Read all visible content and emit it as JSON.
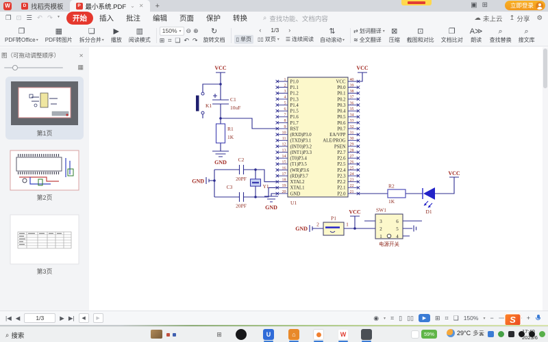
{
  "icons": {
    "home": "W",
    "open": "❒",
    "save": "⊡",
    "print": "☰",
    "undo": "↶",
    "redo": "↷",
    "caret": "▾",
    "search": "⌕",
    "cloud": "☁",
    "share": "↥",
    "gear": "⚙",
    "close": "✕",
    "plus": "+",
    "tab_more": "⌄",
    "layout": "▣",
    "grid": "⊞",
    "pdf_office": "❐",
    "pdf_image": "▦",
    "split": "❏",
    "play": "▶",
    "read": "▥",
    "zoom_out": "⊖",
    "zoom_in": "⊕",
    "fit_width": "⊞",
    "fit_height": "⌗",
    "select": "❑",
    "rot_l": "↶",
    "rot_r": "↷",
    "rotate": "↻",
    "single": "▯",
    "double": "▯▯",
    "cont": "☰",
    "scroll": "⇅",
    "trans_word": "⇄",
    "trans_full": "≋",
    "compress": "⊠",
    "shot": "⊡",
    "compare": "❐",
    "aloud": "A≫",
    "find": "⌕",
    "lib": "⌕",
    "eye": "◉",
    "prev": "‹",
    "next": "›",
    "first": "|◀",
    "last": "▶|",
    "back": "◀",
    "fwd": "▶",
    "minus": "−",
    "chev_up": "∧",
    "taskview": "⊞",
    "house": "⌂",
    "img": "▦"
  },
  "tabbar": {
    "tabs": [
      "找稻壳模板",
      "最小系统.PDF"
    ],
    "login": "立即登录"
  },
  "menubar": {
    "items": [
      "开始",
      "插入",
      "批注",
      "编辑",
      "页面",
      "保护",
      "转换"
    ],
    "search_placeholder": "查找功能、文档内容",
    "cloud": "未上云",
    "share": "分享"
  },
  "toolbar": {
    "pdf_to_office": "PDF转Office",
    "pdf_to_image": "PDF转图片",
    "split_merge": "拆分合并",
    "play": "播放",
    "read_mode": "阅读模式",
    "zoom_value": "150%",
    "rotate_doc": "旋转文档",
    "page_nav": "1/3",
    "single_page": "单页",
    "double_page": "双页",
    "continuous": "连续阅读",
    "auto_scroll": "自动滚动",
    "word_translate": "划词翻译",
    "full_translate": "全文翻译",
    "compress": "压缩",
    "shot_compare": "截图和对比",
    "doc_compare": "文档比对",
    "read_aloud": "朗读",
    "find_replace": "查找替换",
    "search_lib": "搜文库"
  },
  "sidebar": {
    "header": "图（可拖动调整顺序）",
    "pages": [
      "第1页",
      "第2页",
      "第3页"
    ]
  },
  "schematic": {
    "vcc": "VCC",
    "gnd": "GND",
    "reset": {
      "switch_ref": "K1",
      "cap_ref": "C1",
      "cap_value": "10uF",
      "res_ref": "R1",
      "res_value": "1K"
    },
    "ic": {
      "ref": "U1",
      "left_pins": [
        [
          "1",
          "P1.0"
        ],
        [
          "2",
          "P1.1"
        ],
        [
          "3",
          "P1.2"
        ],
        [
          "4",
          "P1.3"
        ],
        [
          "5",
          "P1.4"
        ],
        [
          "6",
          "P1.5"
        ],
        [
          "7",
          "P1.6"
        ],
        [
          "8",
          "P1.7"
        ],
        [
          "9",
          "RST"
        ],
        [
          "10",
          "(RXD)P3.0"
        ],
        [
          "11",
          "(TXD)P3.1"
        ],
        [
          "12",
          "(INT0)P3.2"
        ],
        [
          "13",
          "(INT1)P3.3"
        ],
        [
          "14",
          "(T0)P3.4"
        ],
        [
          "15",
          "(T1)P3.5"
        ],
        [
          "16",
          "(WR)P3.6"
        ],
        [
          "17",
          "(RD)P3.7"
        ],
        [
          "18",
          "XTAL2"
        ],
        [
          "19",
          "XTAL1"
        ],
        [
          "20",
          "GND"
        ]
      ],
      "right_pins": [
        [
          "40",
          "VCC"
        ],
        [
          "39",
          "P0.0"
        ],
        [
          "38",
          "P0.1"
        ],
        [
          "37",
          "P0.2"
        ],
        [
          "36",
          "P0.3"
        ],
        [
          "35",
          "P0.4"
        ],
        [
          "34",
          "P0.5"
        ],
        [
          "33",
          "P0.6"
        ],
        [
          "32",
          "P0.7"
        ],
        [
          "31",
          "EA/VPP"
        ],
        [
          "30",
          "ALE/PROG"
        ],
        [
          "29",
          "PSEN"
        ],
        [
          "28",
          "P2.7"
        ],
        [
          "27",
          "P2.6"
        ],
        [
          "26",
          "P2.5"
        ],
        [
          "25",
          "P2.4"
        ],
        [
          "24",
          "P2.3"
        ],
        [
          "23",
          "P2.2"
        ],
        [
          "22",
          "P2.1"
        ],
        [
          "21",
          "P2.0"
        ]
      ]
    },
    "crystal": {
      "c2_ref": "C2",
      "c2_value": "20PF",
      "c3_ref": "C3",
      "c3_value": "20PF",
      "xtal_ref": "Y1"
    },
    "led": {
      "res_ref": "R2",
      "res_value": "1K",
      "diode_ref": "D1"
    },
    "power_switch": {
      "conn_ref": "P1",
      "sw_ref": "SW1",
      "label": "电源开关",
      "wire_label_2": "2",
      "wire_label_1": "1",
      "pins_left": [
        "3",
        "2",
        "1"
      ],
      "pins_right": [
        "6",
        "5",
        "4"
      ]
    }
  },
  "statusbar": {
    "page": "1/3",
    "zoom": "150%"
  },
  "taskbar": {
    "search": "搜索",
    "battery": "59%",
    "temperature": "29°C",
    "weather": "多云",
    "time": "17:40",
    "date": "2023/6"
  }
}
